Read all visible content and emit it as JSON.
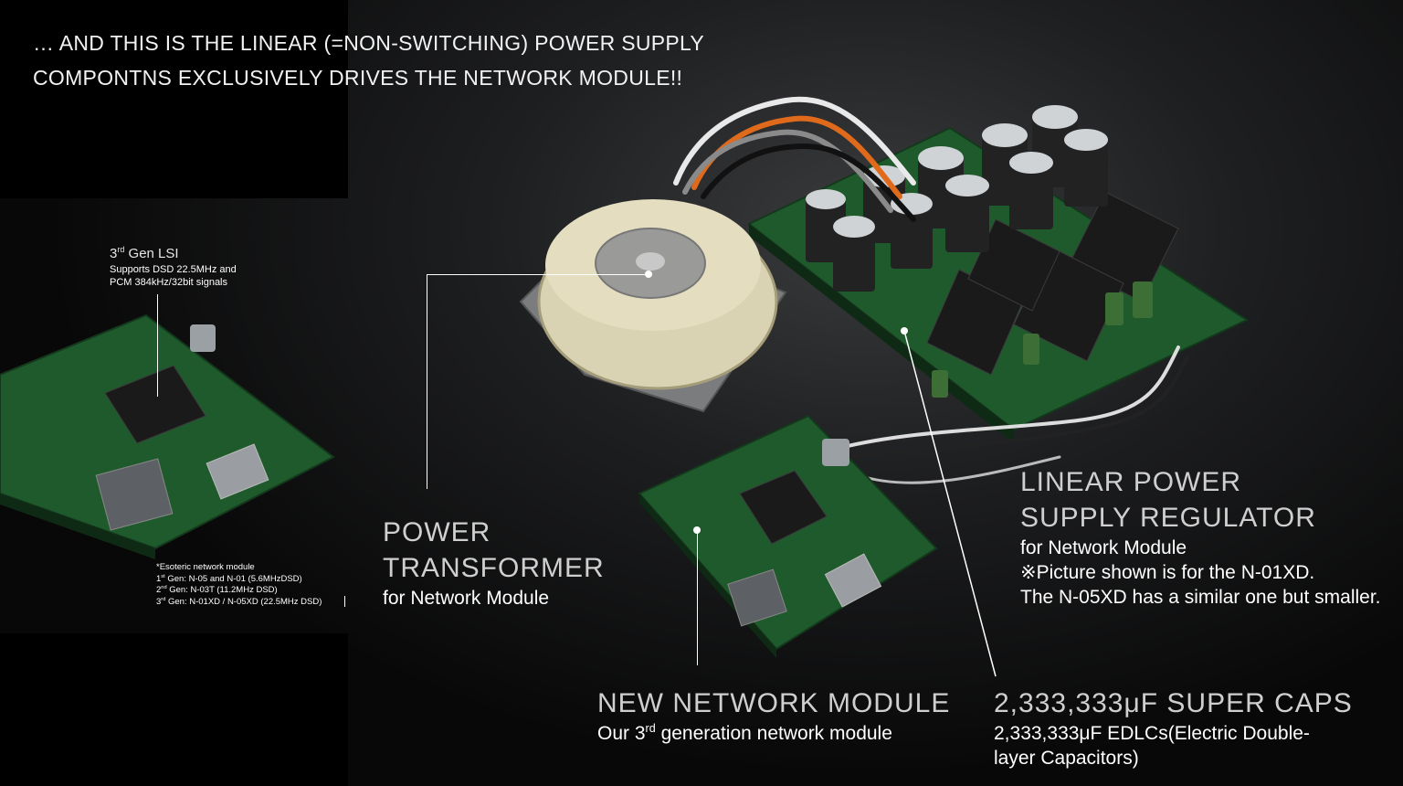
{
  "headline": {
    "line1": "… AND THIS IS THE LINEAR (=NON-SWITCHING) POWER SUPPLY",
    "line2": "COMPONTNS EXCLUSIVELY DRIVES THE NETWORK MODULE!!"
  },
  "lsi": {
    "title_num": "3",
    "title_sup": "rd",
    "title_rest": " Gen LSI",
    "line1": "Supports DSD 22.5MHz and",
    "line2": "PCM 384kHz/32bit signals"
  },
  "esoteric": {
    "heading": "*Esoteric network module",
    "gen1_num": "1",
    "gen1_sup": "st",
    "gen1_text": " Gen: N-05 and N-01  (5.6MHzDSD)",
    "gen2_num": "2",
    "gen2_sup": "nd",
    "gen2_text": " Gen: N-03T (11.2MHz DSD)",
    "gen3_num": "3",
    "gen3_sup": "rd",
    "gen3_text": " Gen: N-01XD / N-05XD (22.5MHz DSD)"
  },
  "transformer": {
    "title1": "POWER",
    "title2": "TRANSFORMER",
    "sub": "for Network Module"
  },
  "regulator": {
    "title1": "LINEAR POWER",
    "title2": "SUPPLY REGULATOR",
    "sub1": "for Network Module",
    "sub2": "※Picture shown is for the N-01XD.",
    "sub3": "The N-05XD has a similar one but smaller."
  },
  "network": {
    "title": "NEW NETWORK MODULE",
    "sub_pre": "Our 3",
    "sub_sup": "rd",
    "sub_post": " generation network module"
  },
  "supercaps": {
    "title": "2,333,333μF SUPER CAPS",
    "sub1": "2,333,333μF EDLCs(Electric  Double-",
    "sub2": "layer Capacitors)"
  },
  "colors": {
    "pcb_green": "#1f5a2c",
    "heatsink": "#1a1a1a",
    "transformer_tape": "#d9d2b3",
    "text_gray": "#cfcfcf"
  }
}
